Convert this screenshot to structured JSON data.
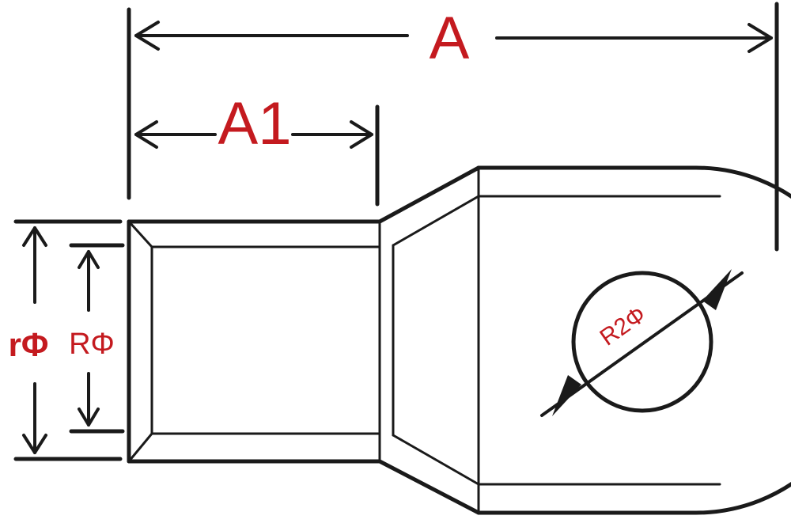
{
  "labels": {
    "overall_length": "A",
    "barrel_length": "A1",
    "outer_diameter": "rΦ",
    "inner_diameter": "RΦ",
    "stud_hole_diameter": "R2Φ"
  },
  "colors": {
    "label": "#c41a1f",
    "line": "#1a1a1a",
    "background": "#ffffff"
  }
}
